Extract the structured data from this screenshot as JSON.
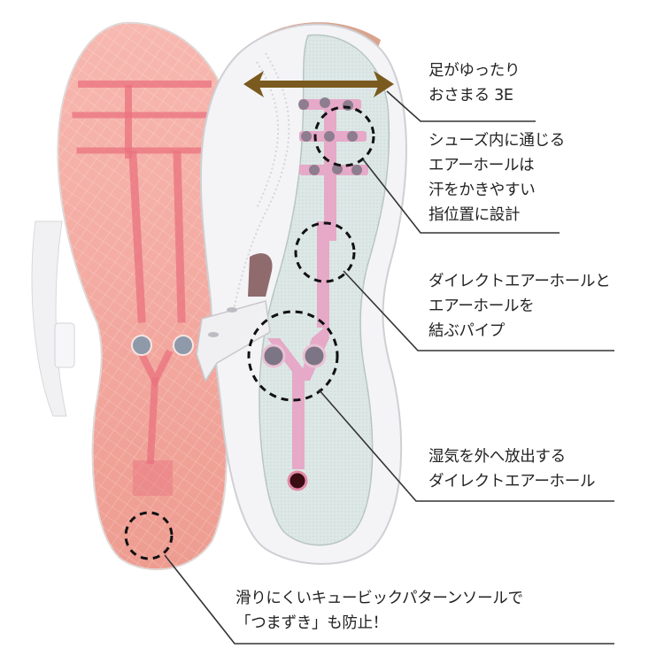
{
  "colors": {
    "sole_pink": "#f0a59c",
    "sole_pink_light": "#f6c2ba",
    "sole_channel": "#e9717f",
    "shoe_white": "#f4f4f6",
    "insole_mint": "#dde8e6",
    "pipe_pink": "#e6a9c8",
    "hole_gray": "#7c7585",
    "hole_dark": "#3a0c14",
    "arrow_brown": "#7a5a1e",
    "leader_line": "#333333",
    "text": "#222222",
    "dashed_circle": "#111111"
  },
  "callouts": [
    {
      "id": "width-3e",
      "lines": [
        "足がゆったり",
        "おさまる 3E"
      ]
    },
    {
      "id": "toe-air-holes",
      "lines": [
        "シューズ内に通じる",
        "エアーホールは",
        "汗をかきやすい",
        "指位置に設計"
      ]
    },
    {
      "id": "connecting-pipe",
      "lines": [
        "ダイレクトエアーホールと",
        "エアーホールを",
        "結ぶパイプ"
      ]
    },
    {
      "id": "direct-air-hole",
      "lines": [
        "湿気を外へ放出する",
        "ダイレクトエアーホール"
      ]
    },
    {
      "id": "cubic-pattern-sole",
      "lines": [
        "滑りにくいキュービックパターンソールで",
        "「つまずき」も防止！"
      ]
    }
  ],
  "illustration": {
    "left_item": "outsole-bottom-view",
    "right_item": "shoe-top-view-with-insole",
    "width_indicator": "double-headed-arrow",
    "highlight_markers": 5
  }
}
